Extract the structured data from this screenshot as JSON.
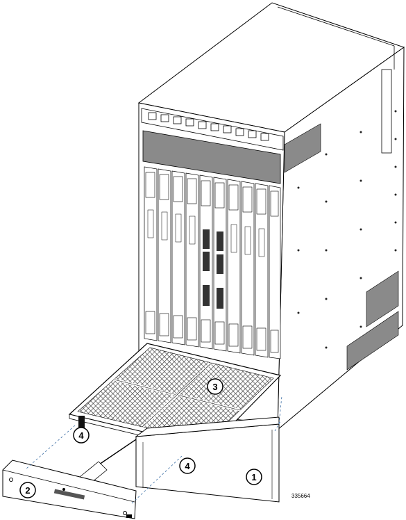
{
  "figure_id": "335664",
  "callouts": [
    {
      "label": "1",
      "item": "filter-cover"
    },
    {
      "label": "2",
      "item": "bezel-panel"
    },
    {
      "label": "3",
      "item": "air-filter"
    },
    {
      "label": "4",
      "item": "captive-screw"
    },
    {
      "label": "4",
      "item": "captive-screw"
    }
  ],
  "colors": {
    "line": "#000000",
    "chassis_fill": "#ffffff",
    "vent_gray": "#8a8a8a",
    "dark_gray": "#555555",
    "mesh": "#444444",
    "dashed": "#3b6ea5"
  }
}
